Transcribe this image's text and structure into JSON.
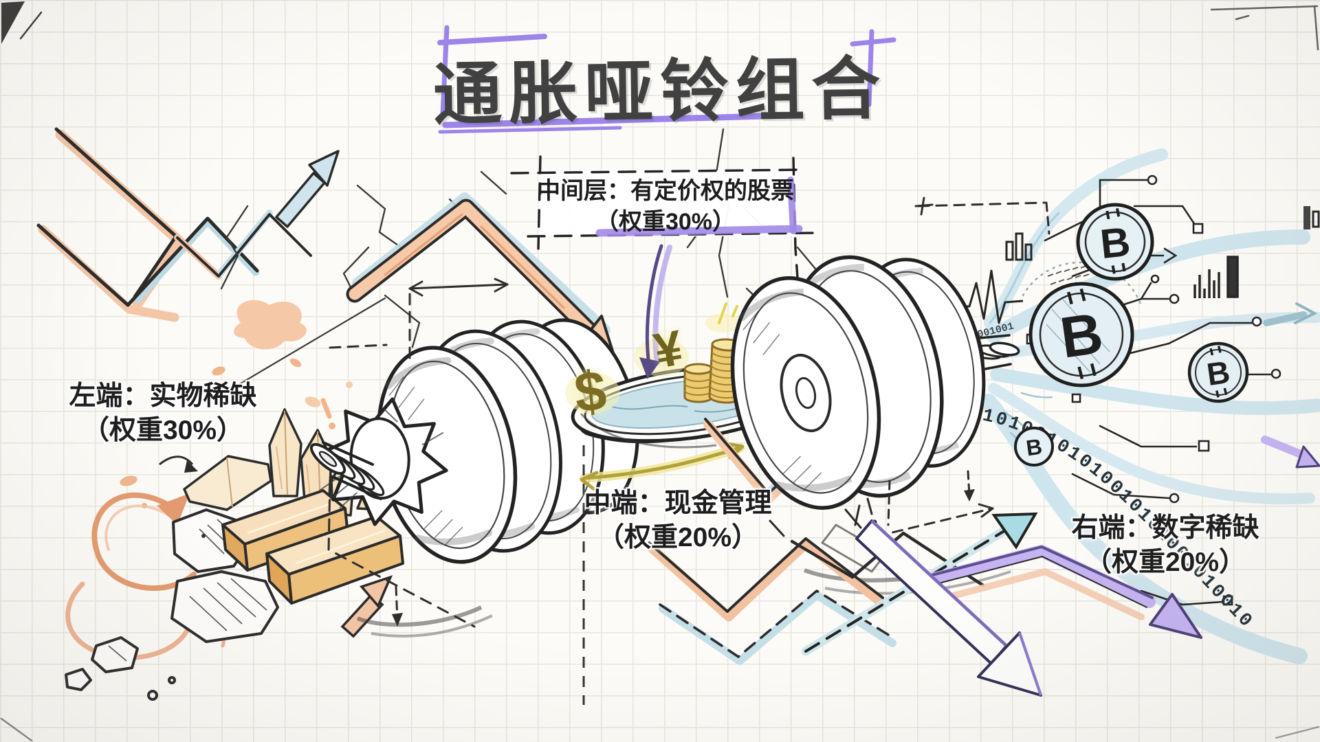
{
  "title": {
    "text": "通胀哑铃组合"
  },
  "labels": {
    "middle_top": {
      "line1": "中间层：有定价权的股票",
      "line2": "（权重30%）"
    },
    "left": {
      "line1": "左端：实物稀缺",
      "line2": "（权重30%）"
    },
    "middle_bottom": {
      "line1": "中端：现金管理",
      "line2": "（权重20%）"
    },
    "right": {
      "line1": "右端：数字稀缺",
      "line2": "（权重20%）"
    }
  },
  "allocation": [
    {
      "segment": "左端",
      "asset": "实物稀缺",
      "weight": "30%"
    },
    {
      "segment": "中间层",
      "asset": "有定价权的股票",
      "weight": "30%"
    },
    {
      "segment": "中端",
      "asset": "现金管理",
      "weight": "20%"
    },
    {
      "segment": "右端",
      "asset": "数字稀缺",
      "weight": "20%"
    }
  ],
  "symbols": {
    "dollar": "$",
    "yen": "¥",
    "bitcoin_glyph": "₿",
    "bitcoin_letter": "B"
  },
  "binary": {
    "stream_main": "00101001010100101010010100100110100101",
    "stream_side": "0101001001"
  },
  "icons": [
    "bitcoin-icon",
    "dollar-icon",
    "yen-icon",
    "gold-bars-icon",
    "crystal-icon",
    "coin-stack-icon",
    "circuit-trace-icon",
    "ecg-line-icon",
    "trend-arrow-icon",
    "dumbbell-icon"
  ],
  "colors": {
    "paper": "#fcfbf7",
    "grid": "#e9e6e0",
    "ink": "#2b2b2b",
    "purple_accent": "#9d84e8",
    "peach": "#f4c6a4",
    "light_blue": "#c9e0ea",
    "teal": "#a8dce2",
    "gold": "#eccb72",
    "olive": "#8a7a2a",
    "water": "#c9e2ea"
  }
}
